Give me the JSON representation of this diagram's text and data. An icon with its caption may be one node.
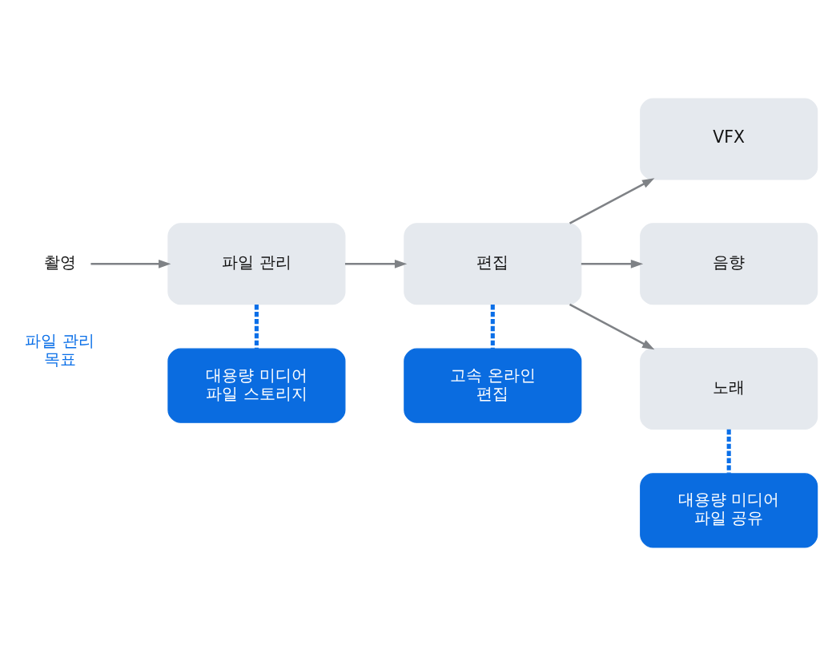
{
  "diagram": {
    "nodes": [
      {
        "text": [
          "촬영"
        ]
      },
      {
        "text": [
          "파일 관리"
        ]
      },
      {
        "text": [
          "편집"
        ]
      },
      {
        "text": [
          "VFX"
        ]
      },
      {
        "text": [
          "음향"
        ]
      },
      {
        "text": [
          "노래"
        ]
      },
      {
        "text": [
          "대용량 미디어 파일 스토리지"
        ]
      },
      {
        "text": [
          "고속 온라인 편집"
        ]
      },
      {
        "text": [
          "대용량 미디어 파일 공유"
        ]
      }
    ],
    "edges": [
      {
        "from": 0,
        "to": 1,
        "arrow": "to"
      },
      {
        "from": 1,
        "to": 2,
        "arrow": "to"
      },
      {
        "from": 2,
        "to": 3,
        "arrow": "to"
      },
      {
        "from": 2,
        "to": 4,
        "arrow": "to"
      },
      {
        "from": 2,
        "to": 5,
        "arrow": "to"
      },
      {
        "from": 1,
        "to": 6,
        "arrow": "none",
        "style": "dashed",
        "color": "#0a6fe8"
      },
      {
        "from": 2,
        "to": 7,
        "arrow": "none",
        "style": "dashed",
        "color": "#0a6fe8"
      },
      {
        "from": 5,
        "to": 8,
        "arrow": "none",
        "style": "dashed",
        "color": "#0a6fe8"
      }
    ],
    "labels": [
      "파일 관리 목표"
    ]
  }
}
